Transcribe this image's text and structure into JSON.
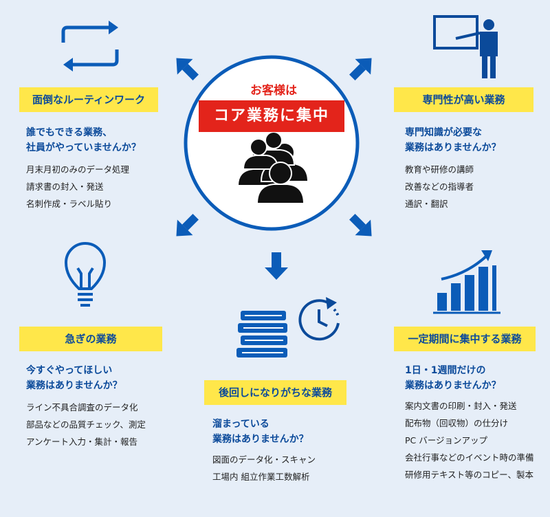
{
  "center": {
    "title": "お客様は",
    "core": "コア業務に集中"
  },
  "colors": {
    "background": "#e6eef8",
    "accent_blue": "#0b5cb8",
    "label_yellow": "#ffe74a",
    "core_red": "#e3241b"
  },
  "icons": {
    "routine": "repeat-arrows-icon",
    "expert": "teacher-board-icon",
    "urgent": "light-bulb-icon",
    "postponed": "books-clock-icon",
    "period": "bar-chart-growth-icon",
    "center": "people-group-icon"
  },
  "sections": {
    "routine": {
      "label": "面倒なルーティンワーク",
      "question": [
        "誰でもできる業務、",
        "社員がやっていませんか？"
      ],
      "items": [
        "月末月初のみのデータ処理",
        "請求書の封入・発送",
        "名刺作成・ラベル貼り"
      ]
    },
    "expert": {
      "label": "専門性が高い業務",
      "question": [
        "専門知識が必要な",
        "業務はありませんか？"
      ],
      "items": [
        "教育や研修の講師",
        "改善などの指導者",
        "通訳・翻訳"
      ]
    },
    "urgent": {
      "label": "急ぎの業務",
      "question": [
        "今すぐやってほしい",
        "業務はありませんか？"
      ],
      "items": [
        "ライン不具合調査のデータ化",
        "部品などの品質チェック、測定",
        "アンケート入力・集計・報告"
      ]
    },
    "postponed": {
      "label": "後回しになりがちな業務",
      "question": [
        "溜まっている",
        "業務はありませんか？"
      ],
      "items": [
        "図面のデータ化・スキャン",
        "工場内 組立作業工数解析"
      ]
    },
    "period": {
      "label": "一定期間に集中する業務",
      "question": [
        "1日・1週間だけの",
        "業務はありませんか？"
      ],
      "items": [
        "案内文書の印刷・封入・発送",
        "配布物（回収物）の仕分け",
        "PC バージョンアップ",
        "会社行事などのイベント時の準備",
        "研修用テキスト等のコピー、製本"
      ]
    }
  }
}
